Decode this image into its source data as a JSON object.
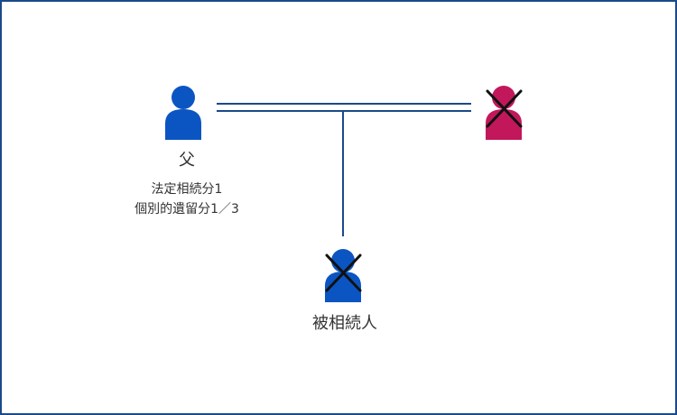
{
  "colors": {
    "border": "#1a4a8a",
    "father": "#0b55c2",
    "mother": "#c2185b",
    "deceased": "#0b55c2",
    "lines": "#1a4a8a",
    "cross": "#111111"
  },
  "icons": {
    "father": "person-icon",
    "mother": "person-icon-crossed",
    "deceased": "person-icon-crossed"
  },
  "father": {
    "label": "父",
    "share_line1": "法定相続分1",
    "share_line2": "個別的遺留分1／3"
  },
  "deceased": {
    "label": "被相続人"
  }
}
